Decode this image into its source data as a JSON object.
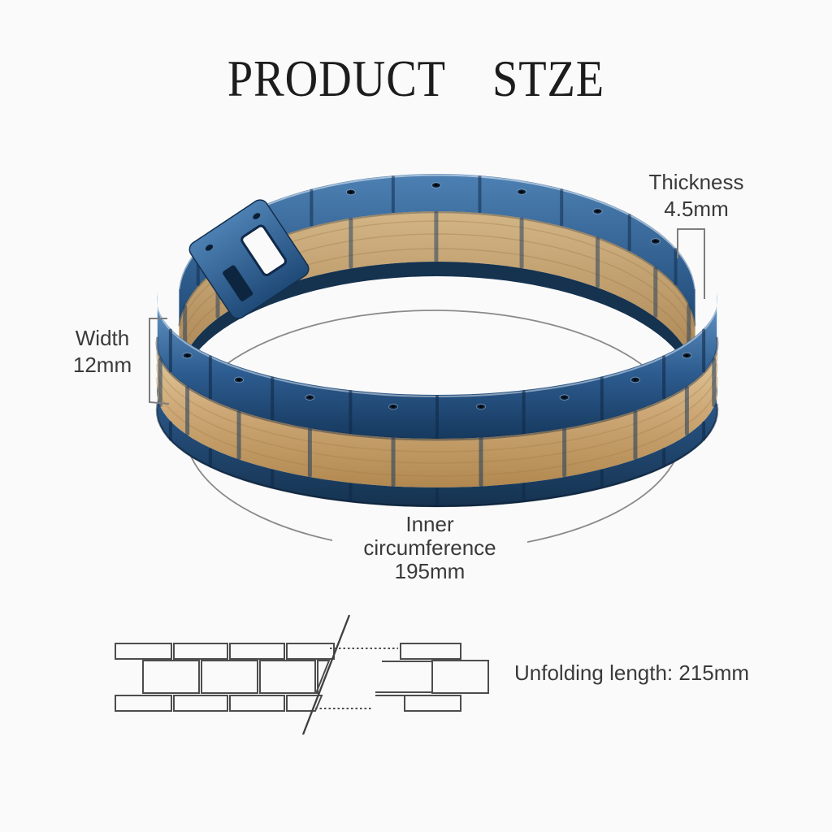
{
  "title": "PRODUCT  STZE",
  "annotations": {
    "thickness": {
      "label": "Thickness",
      "value": "4.5mm"
    },
    "width": {
      "label": "Width",
      "value": "12mm"
    },
    "inner_circumference": {
      "line1": "Inner",
      "line2": "circumference",
      "line3": "195mm"
    },
    "unfolding_length": "Unfolding length: 215mm"
  },
  "colors": {
    "background": "#fafafa",
    "title_text": "#1c1c1c",
    "annotation_text": "#3a3a3a",
    "measure_line": "#7d7d7d",
    "ellipse_line": "#8a8a8a",
    "diagram_line": "#4d4d4d",
    "blue_light": "#6b9bca",
    "blue_mid": "#2d5c90",
    "blue_dark": "#16395e",
    "blue_back_light": "#4d80b3",
    "blue_back_dark": "#1f4a78",
    "blue_strip": "#15324f",
    "wood_light": "#e6cfa4",
    "wood_mid": "#cda876",
    "wood_dark": "#b1884f",
    "wood_back_light": "#d3b586",
    "wood_back_dark": "#a98350",
    "screw": "#0c1e33"
  }
}
